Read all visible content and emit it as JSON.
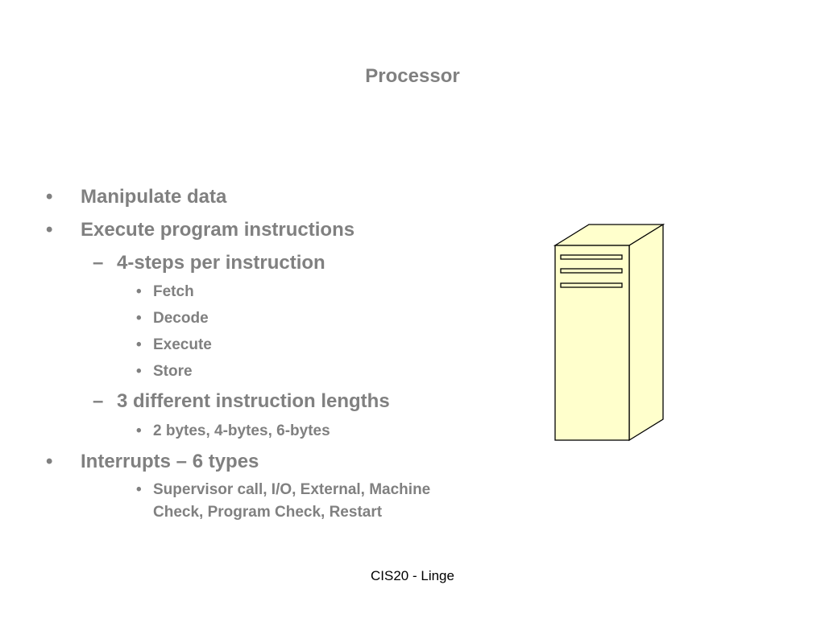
{
  "slide": {
    "title": "Processor",
    "footer": "CIS20 - Linge"
  },
  "bullets": {
    "level1_marker": "•",
    "level2_marker": "–",
    "level3_marker": "•",
    "items": [
      "Manipulate data",
      "Execute program instructions",
      "4-steps per instruction",
      "Fetch",
      "Decode",
      "Execute",
      "Store",
      "3 different instruction lengths",
      "2 bytes, 4-bytes,  6-bytes",
      "Interrupts – 6 types",
      "Supervisor call, I/O, External, Machine",
      "Check, Program Check, Restart"
    ]
  },
  "illustration": {
    "name": "computer-tower",
    "fill_color": "#ffffcc",
    "stroke_color": "#000000"
  },
  "colors": {
    "text": "#808080",
    "footer_text": "#000000",
    "background": "#ffffff"
  }
}
